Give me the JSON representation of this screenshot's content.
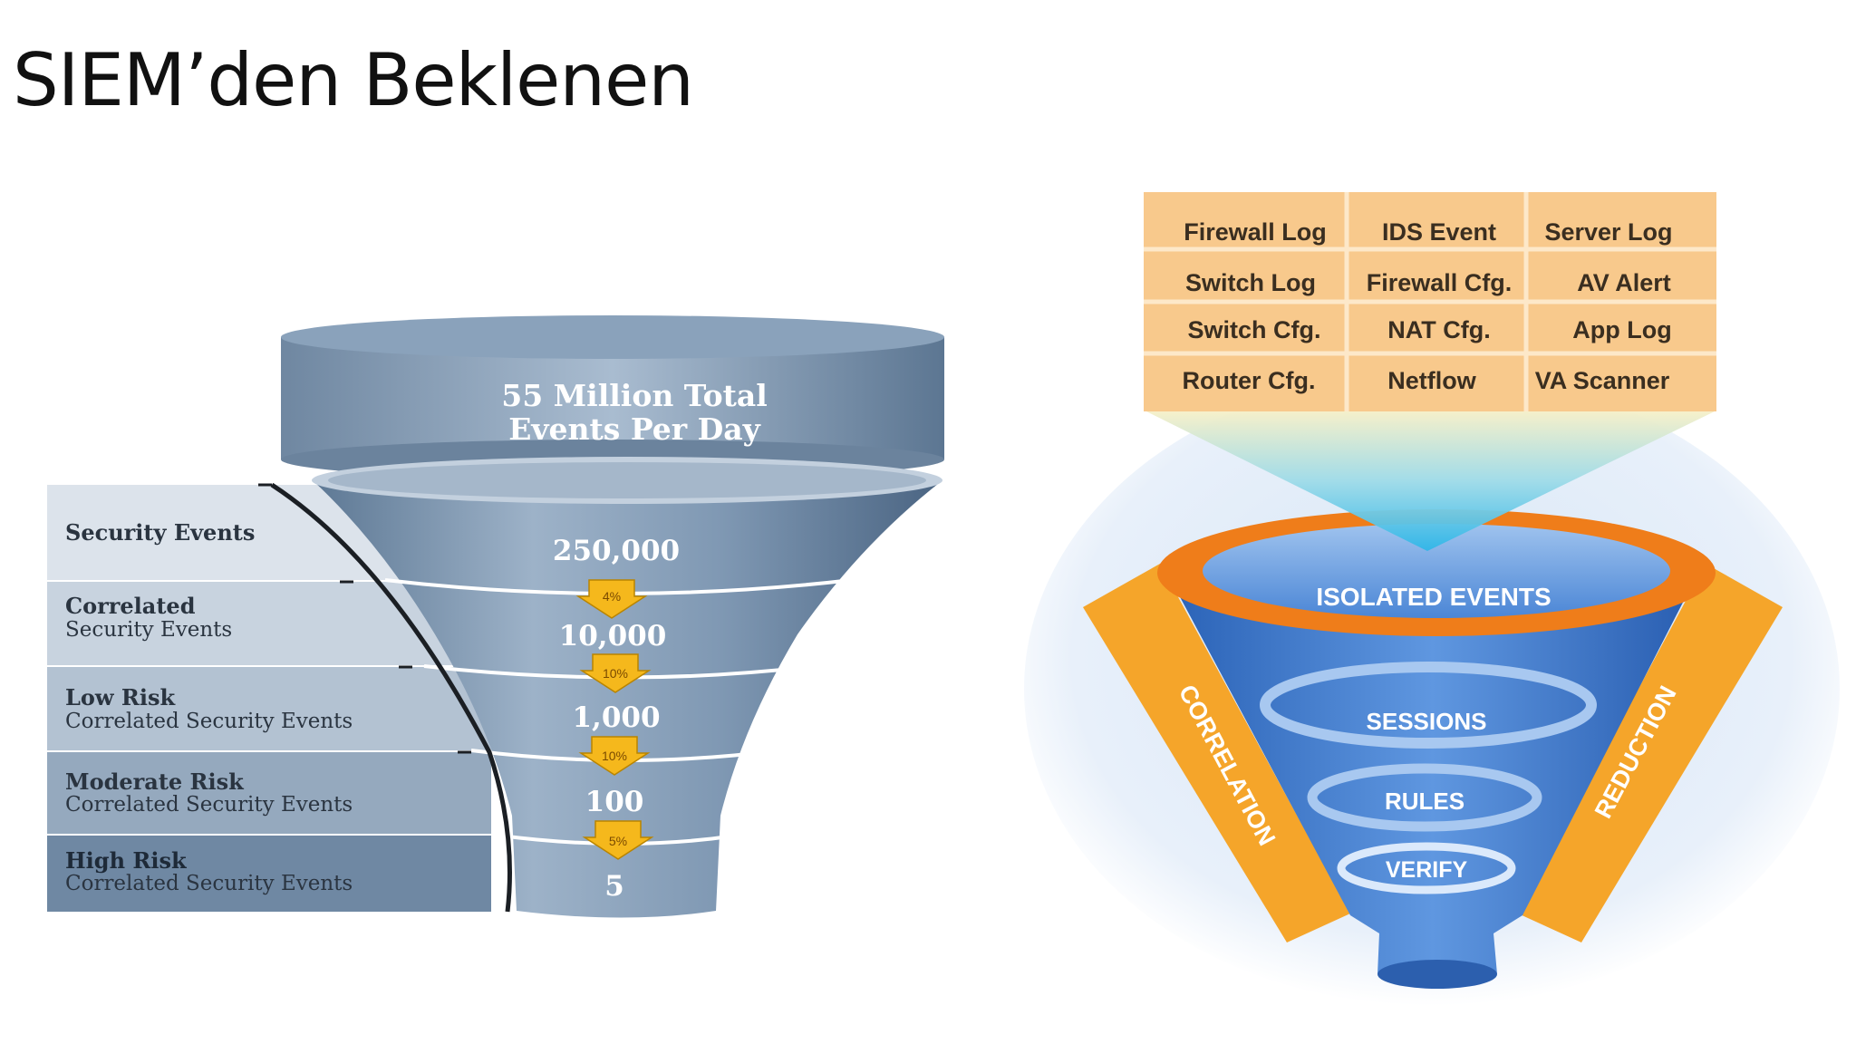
{
  "title": "SIEM’den Beklenen",
  "left_funnel": {
    "top_label_line1": "55 Million Total",
    "top_label_line2": "Events Per Day",
    "stages": [
      {
        "title": "Security Events",
        "subtitle": "",
        "count": "250,000"
      },
      {
        "title": "Correlated",
        "subtitle": "Security Events",
        "count": "10,000"
      },
      {
        "title": "Low Risk",
        "subtitle": "Correlated Security Events",
        "count": "1,000"
      },
      {
        "title": "Moderate Risk",
        "subtitle": "Correlated Security Events",
        "count": "100"
      },
      {
        "title": "High Risk",
        "subtitle": "Correlated Security Events",
        "count": "5"
      }
    ],
    "percentages": [
      "4%",
      "10%",
      "10%",
      "5%"
    ]
  },
  "right_funnel": {
    "sources": [
      [
        "Firewall Log",
        "IDS Event",
        "Server Log"
      ],
      [
        "Switch Log",
        "Firewall Cfg.",
        "AV Alert"
      ],
      [
        "Switch  Cfg.",
        "NAT Cfg.",
        "App Log"
      ],
      [
        "Router Cfg.",
        "Netflow",
        "VA Scanner"
      ]
    ],
    "layers": [
      "ISOLATED EVENTS",
      "SESSIONS",
      "RULES",
      "VERIFY"
    ],
    "side_left": "CORRELATION",
    "side_right": "REDUCTION"
  },
  "colors": {
    "source_cell": "#f8c98c",
    "orange": "#f39200",
    "blue": "#3b78cc",
    "steel": "#6c88a6"
  }
}
